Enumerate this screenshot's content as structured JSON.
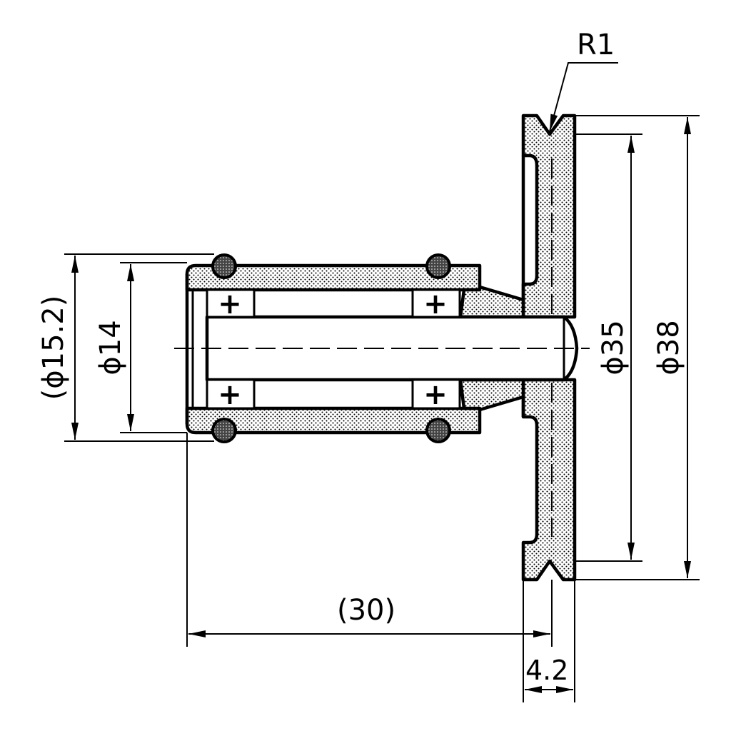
{
  "dimensions": {
    "radius": "R1",
    "diameter_bore_paren": "(ϕ15.2)",
    "diameter_shaft": "ϕ14",
    "diameter_pulley_inner": "ϕ35",
    "diameter_pulley_outer": "ϕ38",
    "length_overall_paren": "(30)",
    "width_flange": "4.2"
  },
  "bearing_marks": [
    "+",
    "+",
    "+",
    "+"
  ]
}
